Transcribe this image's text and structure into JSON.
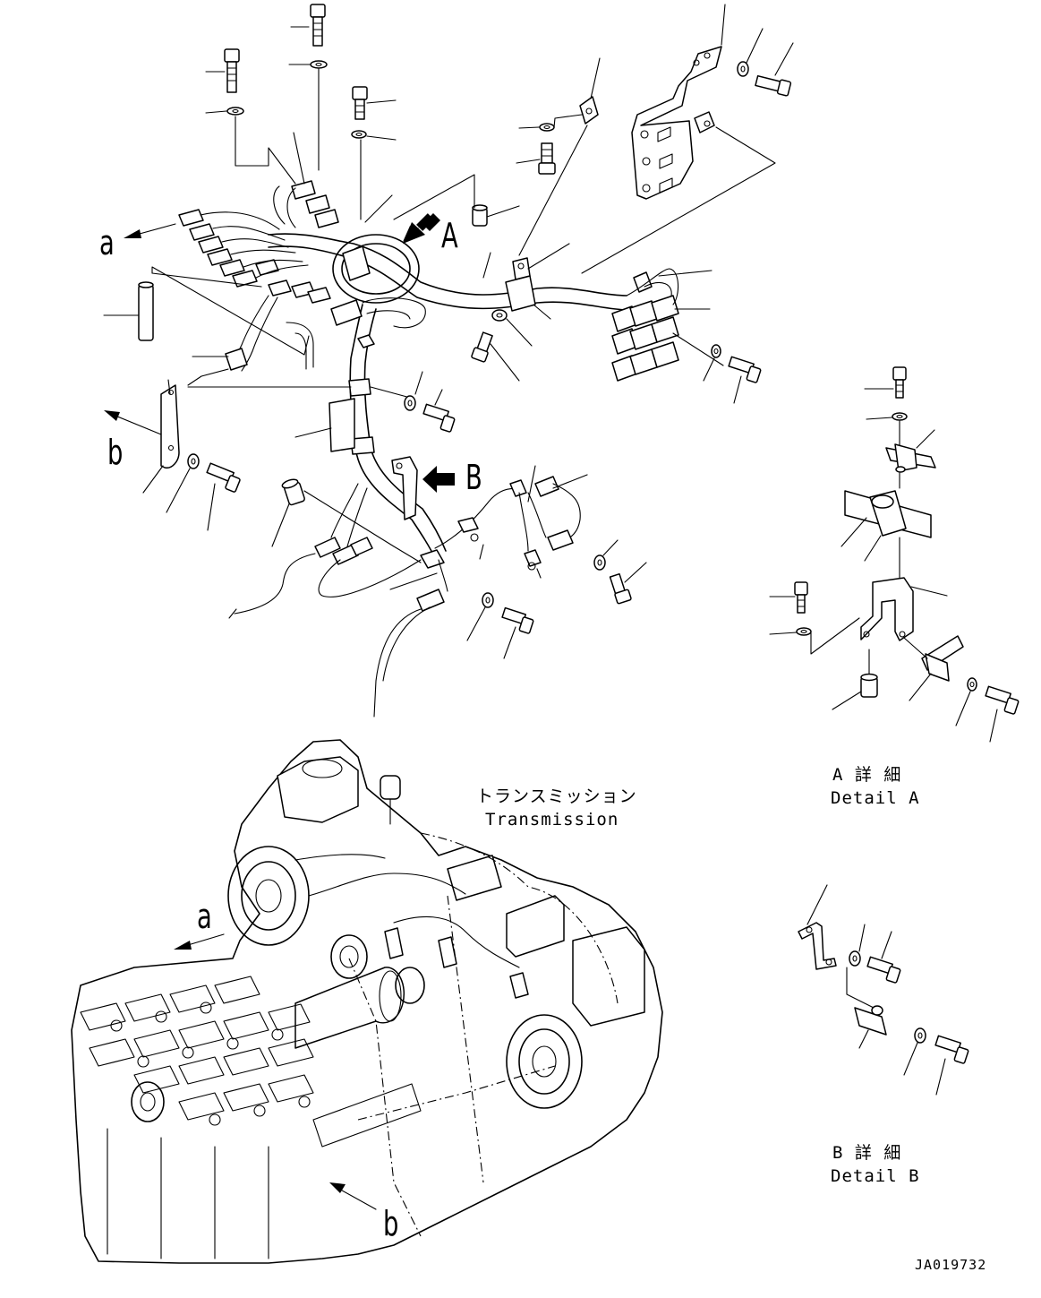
{
  "diagram": {
    "refs": {
      "a_top": "a",
      "b_top": "b",
      "a_bottom": "a",
      "b_bottom": "b",
      "view_A": "A",
      "view_B": "B"
    },
    "transmission_jp": "トランスミッション",
    "transmission_en": "Transmission",
    "detail_a_jp": "A 詳 細",
    "detail_a_en": "Detail A",
    "detail_b_jp": "B 詳 細",
    "detail_b_en": "Detail B",
    "drawing_code": "JA019732"
  }
}
